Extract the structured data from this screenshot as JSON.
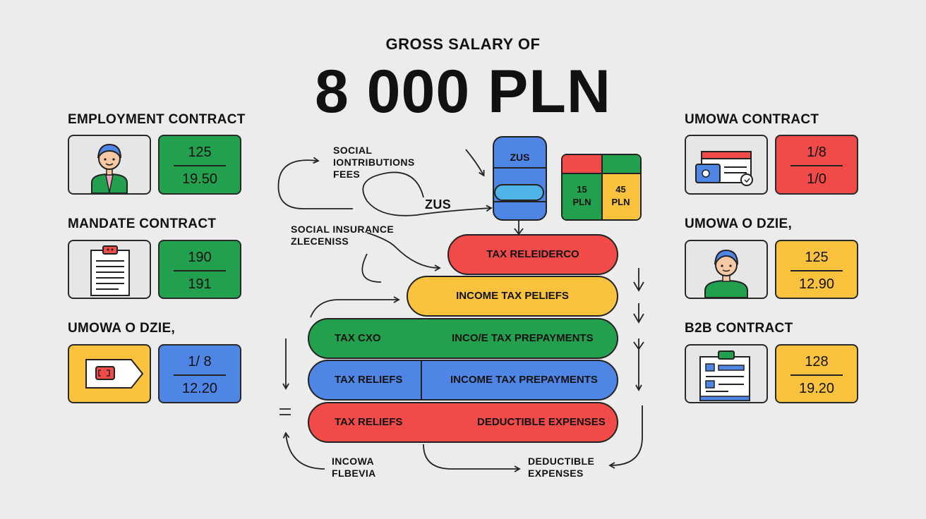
{
  "header": {
    "subtitle": "GROSS SALARY OF",
    "headline": "8 000 PLN"
  },
  "left_panel": [
    {
      "label": "EMPLOYMENT CONTRACT",
      "icon": "person-icon",
      "top_value": "125",
      "bottom_value": "19.50",
      "color": "#23a04e"
    },
    {
      "label": "MANDATE CONTRACT",
      "icon": "document-icon",
      "top_value": "190",
      "bottom_value": "191",
      "color": "#23a04e"
    },
    {
      "label": "UMOWA O DZIE,",
      "icon": "tag-icon",
      "top_value": "1/ 8",
      "bottom_value": "12.20",
      "color": "#4f86e6"
    }
  ],
  "right_panel": [
    {
      "label": "UMOWA CONTRACT",
      "icon": "id-card-icon",
      "top_value": "1/8",
      "bottom_value": "1/0",
      "color": "#f04b48"
    },
    {
      "label": "UMOWA O DZIE,",
      "icon": "person-icon",
      "top_value": "125",
      "bottom_value": "12.90",
      "color": "#fbc33d"
    },
    {
      "label": "B2B CONTRACT",
      "icon": "form-icon",
      "top_value": "128",
      "bottom_value": "19.20",
      "color": "#fbc33d"
    }
  ],
  "center": {
    "zus_stack_label": "ZUS",
    "zus_side_label": "ZUS",
    "square": {
      "left": "15\nPLN",
      "right": "45\nPLN"
    },
    "social_fees": "SOCIAL\nIONTRIBUTIONS\nFEES",
    "social_insurance": "SOCIAL INSURANCE\nZLECENISS",
    "incowa": "INCOWA\nFLBEVIA",
    "deductible": "DEDUCTIBLE\nEXPENSES",
    "bars": {
      "tax_relief_top": "TAX RELEIDERCO",
      "income_tax_reliefs": "INCOME TAX PELIEFS",
      "green_left": "TAX CXO",
      "green_right": "INCO/E TAX PREPAYMENTS",
      "blue_left": "TAX RELIEFS",
      "blue_right": "INCOME TAX PREPAYMENTS",
      "red_left": "TAX RELIEFS",
      "red_right": "DEDUCTIBLE EXPENSES"
    }
  },
  "colors": {
    "green": "#23a04e",
    "red": "#f04b48",
    "blue": "#4f86e6",
    "yellow": "#fbc33d",
    "background": "#ececec"
  }
}
